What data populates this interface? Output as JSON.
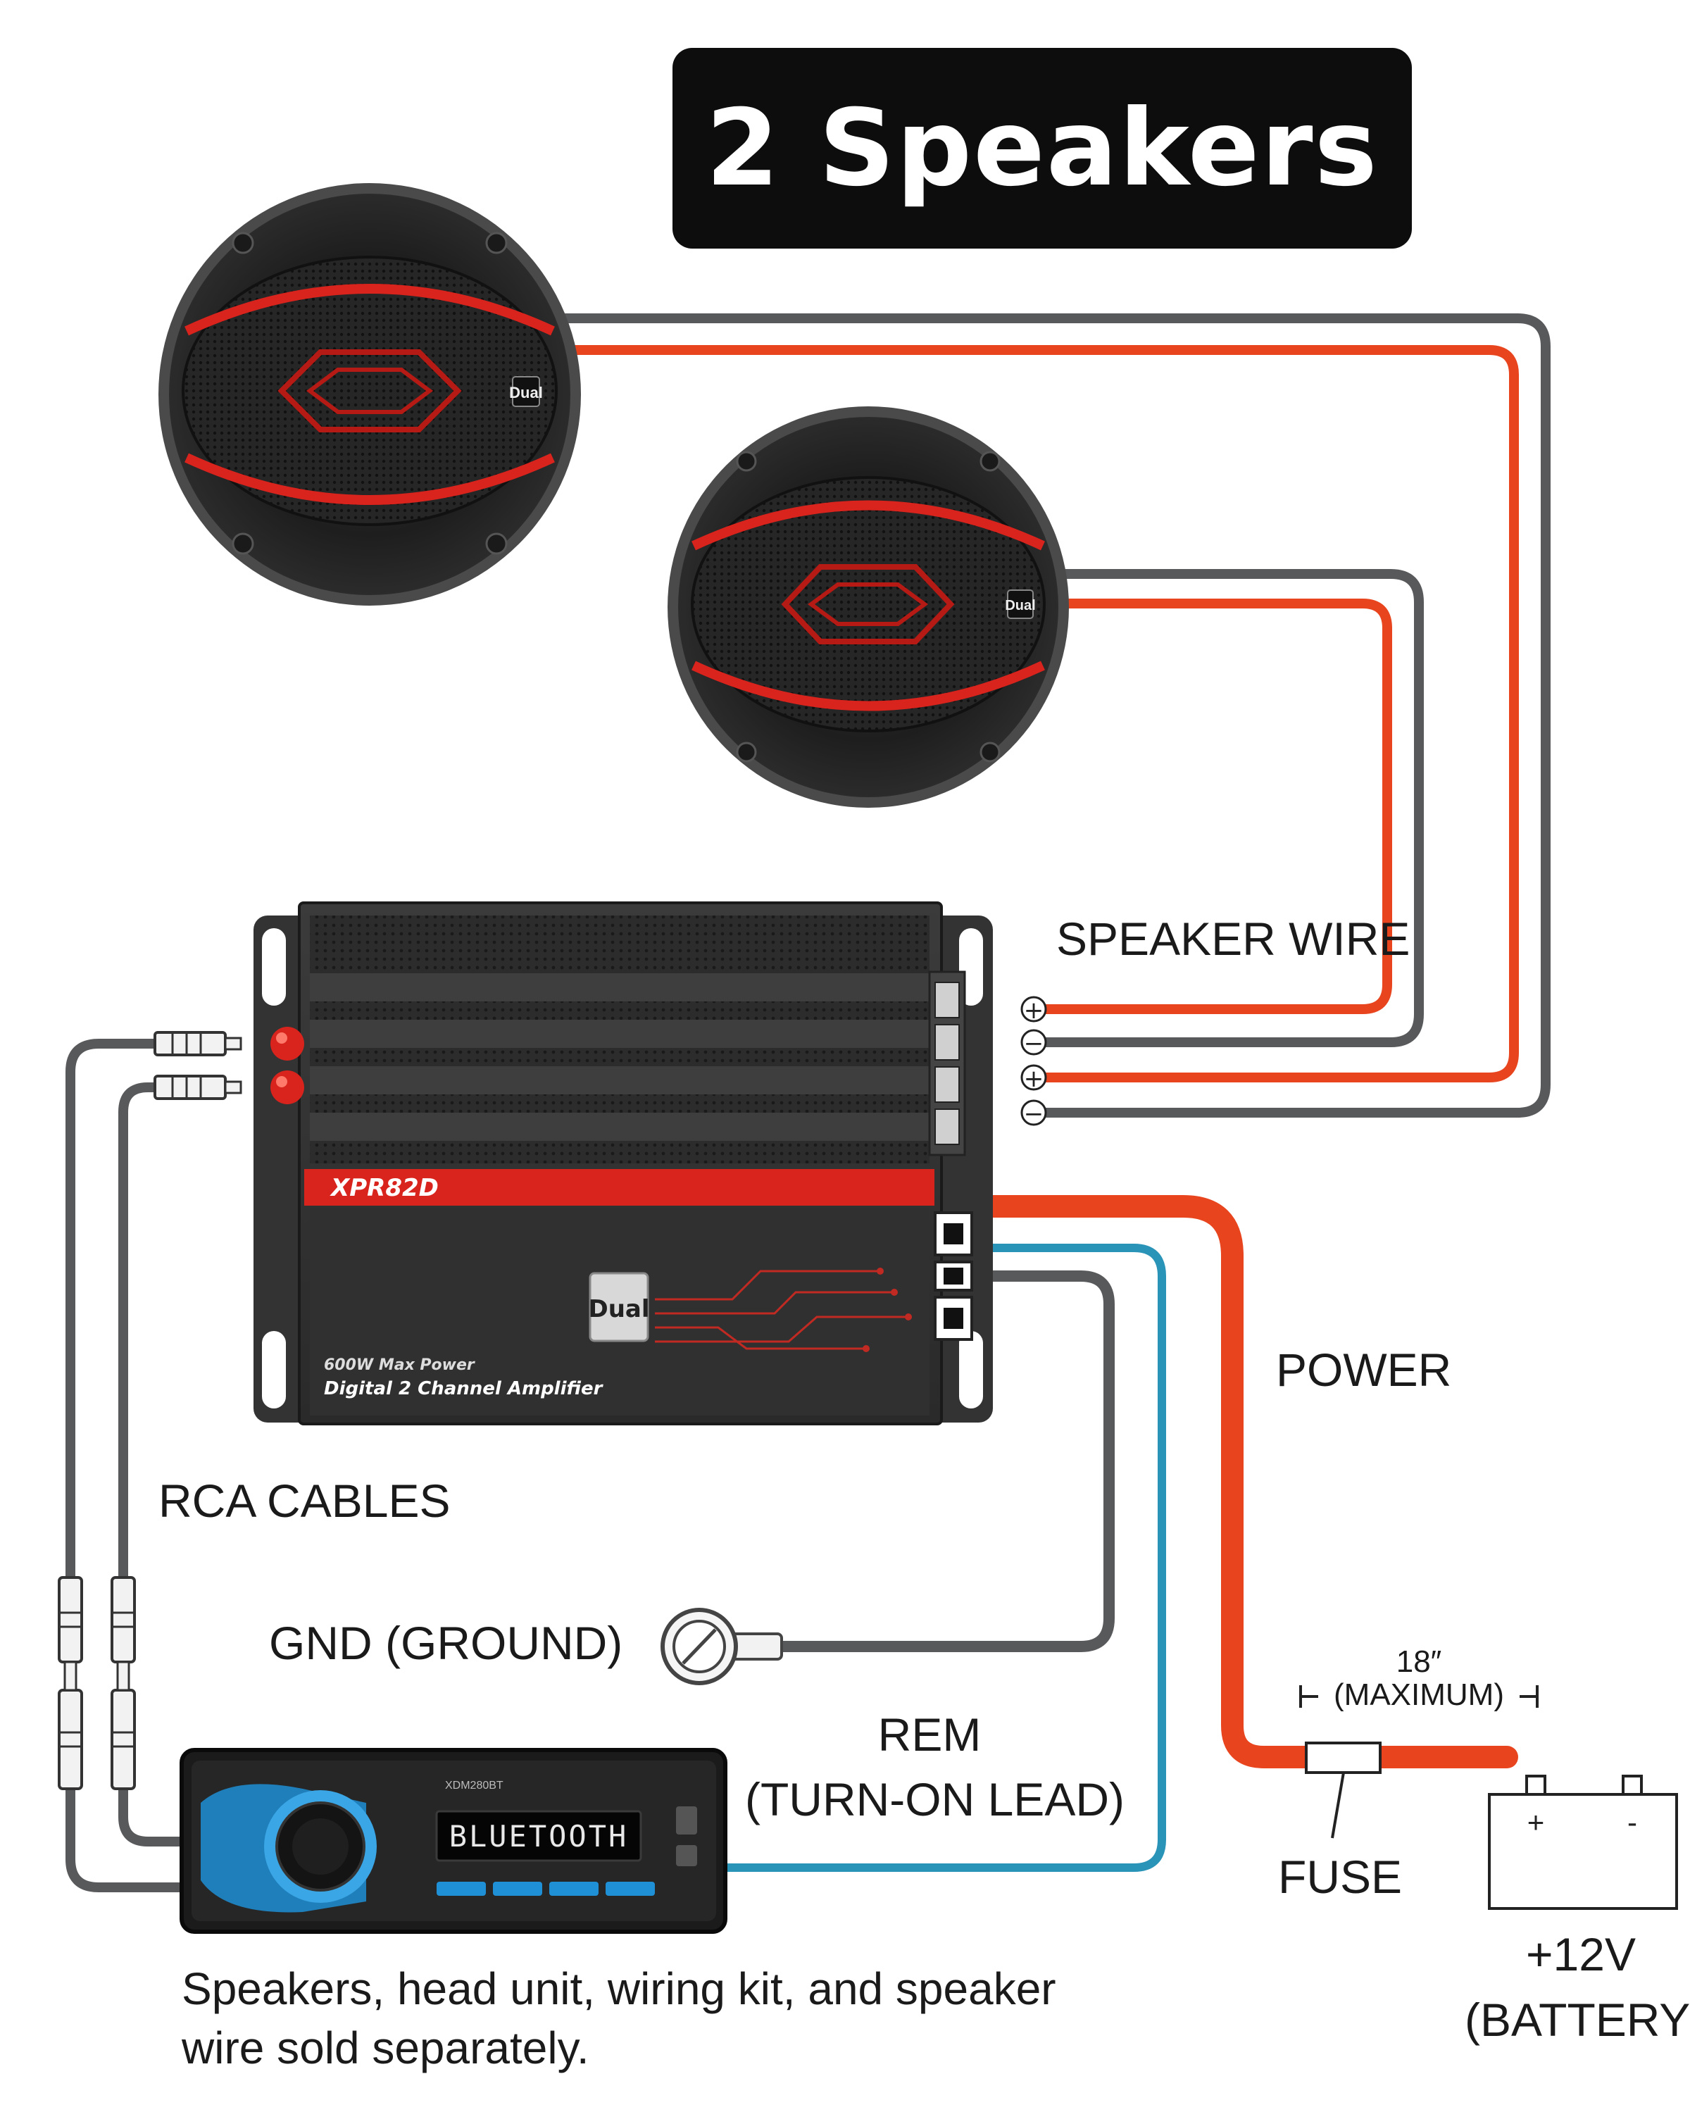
{
  "title": "2 Speakers",
  "labels": {
    "speaker_wire": "SPEAKER WIRE",
    "power": "POWER",
    "rca_cables": "RCA CABLES",
    "gnd": "GND (GROUND)",
    "rem_line1": "REM",
    "rem_line2": "(TURN-ON LEAD)",
    "fuse_distance": "18″",
    "fuse_max": "(MAXIMUM)",
    "fuse": "FUSE",
    "battery_voltage": "+12V",
    "battery_label": "(BATTERY)",
    "battery_plus": "+",
    "battery_minus": "-"
  },
  "amplifier": {
    "model": "XPR82D",
    "brand": "Dual",
    "power_text": "600W Max Power",
    "description": "Digital 2 Channel Amplifier",
    "terminals": [
      "+",
      "−",
      "+",
      "−"
    ]
  },
  "speakers": {
    "brand": "Dual",
    "count": 2
  },
  "head_unit": {
    "display_text": "BLUETOOTH",
    "model": "XDM280BT"
  },
  "footnote": {
    "line1": "Speakers, head unit, wiring kit, and speaker",
    "line2": "wire sold separately."
  },
  "colors": {
    "speaker_positive": "#e8451f",
    "speaker_negative": "#58595b",
    "power": "#e8451f",
    "remote": "#2a93b8",
    "ground": "#58595b",
    "accent_red": "#d9231d"
  }
}
